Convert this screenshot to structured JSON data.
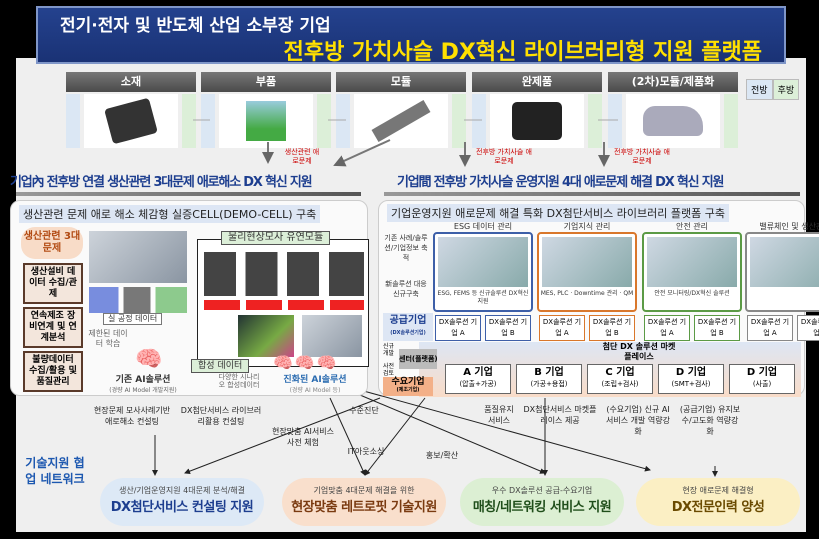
{
  "header": {
    "line1": "전기·전자 및 반도체 산업 소부장 기업",
    "line2": "전후방 가치사슬 DX혁신 라이브러리형 지원 플랫폼"
  },
  "stages": [
    "소재",
    "부품",
    "모듈",
    "완제품",
    "(2차)모듈/제품화"
  ],
  "legend": {
    "front": "전방",
    "back": "후방"
  },
  "stage_notes": {
    "production": "생산관련 애로문제",
    "value1": "전후방 가치사슬 애로문제",
    "value2": "전후방 가치사슬 애로문제"
  },
  "sections": {
    "left": "기업內 전후방 연결 생산관련 3대문제 애로해소 DX 혁신 지원",
    "right": "기업間 전후방 가치사슬 운영지원 4대 애로문제 해결 DX 혁신 지원"
  },
  "left_panel": {
    "title": "생산관련 문제 애로 해소 체감형 실증CELL(DEMO-CELL) 구축",
    "problems_title": "생산관련 3대 문제",
    "problems": [
      "생산설비 데이터 수집/관제",
      "연속제조 장비연계 및 연계분석",
      "불량데이터 수집/활용 및 품질관리"
    ],
    "real_data": "실 공정 데이터",
    "limited": "제한된 데이터 학습",
    "module_title": "물리현상모사 유연모듈",
    "synthetic": "합성 데이터",
    "scenario": "다양한 시나리오 합성데이터",
    "ai_old": "기존 AI솔루션",
    "ai_old_sub": "(경량 AI Model 개발지원)",
    "ai_new": "진화된 AI솔루션",
    "ai_new_sub": "(경량 AI Model 등)"
  },
  "right_panel": {
    "title": "기업운영지원 애로문제 해결 특화 DX첨단서비스 라이브러리 플랫폼 구축",
    "left_notes": [
      "기존 사례/솔루션/기업정보 축적",
      "新솔루션 대응 신규구축"
    ],
    "categories": [
      {
        "name": "ESG 데이터 관리",
        "color": "#3d5fa8",
        "caption": "ESG, FEMS 등 신규솔루션 DX혁신 지원"
      },
      {
        "name": "기업지식 관리",
        "color": "#d9772b",
        "caption": "MES, PLC · Downtime 관리 · QM"
      },
      {
        "name": "안전 관리",
        "color": "#5b9a45",
        "caption": "안전 모니터링/DX혁신 솔루션"
      },
      {
        "name": "밸류체인 및 생산관리",
        "color": "#888888",
        "caption": ""
      }
    ],
    "solution_a": "DX솔루션 기업 A",
    "solution_b": "DX솔루션 기업 B",
    "supplier": "공급기업",
    "supplier_sub": "(DX솔루션기업)",
    "center": "센터(플랫폼)",
    "new_dev": "신규 개발",
    "pre_review": "사전 검토",
    "demand": "수요기업",
    "demand_sub": "(제조기업)",
    "market": "첨단 DX 솔루션 마켓플레이스",
    "companies": [
      {
        "name": "A 기업",
        "sub": "(압출+가공)"
      },
      {
        "name": "B 기업",
        "sub": "(가공+용접)"
      },
      {
        "name": "C 기업",
        "sub": "(조립+검사)"
      },
      {
        "name": "D 기업",
        "sub": "(SMT+검사)"
      },
      {
        "name": "D 기업",
        "sub": "(사출)"
      }
    ]
  },
  "network": {
    "label": "기술지원 협업 네트워크",
    "notes": [
      "현장문제 모사사례기반 애로해소 컨설팅",
      "DX첨단서비스 라이브러리활용 컨설팅",
      "현장맞춤 AI서비스 사전 체험",
      "수준진단",
      "IT아웃소싱",
      "홍보/확산",
      "품질유지 서비스",
      "DX첨단서비스 마켓플레이스 제공",
      "(수요기업) 신규 AI서비스 개발 역량강화",
      "(공급기업) 유지보수/고도화 역량강화"
    ],
    "pills": [
      {
        "sub": "생산/기업운영지원 4대문제 분석/해결",
        "main": "DX첨단서비스 컨설팅 지원",
        "color": "#dde9f6",
        "text": "#1d3e8f"
      },
      {
        "sub": "기업맞춤 4대문제 해결을 위한",
        "main": "현장맞춤 레트로핏 기술지원",
        "color": "#f9dfcc",
        "text": "#7a3a10"
      },
      {
        "sub": "우수 DX솔루션 공급-수요기업",
        "main": "매칭/네트워킹 서비스 지원",
        "color": "#dcefd3",
        "text": "#1f4e1a"
      },
      {
        "sub": "현장 애로문제 해결형",
        "main": "DX전문인력 양성",
        "color": "#fbefc4",
        "text": "#6a4a00"
      }
    ]
  }
}
